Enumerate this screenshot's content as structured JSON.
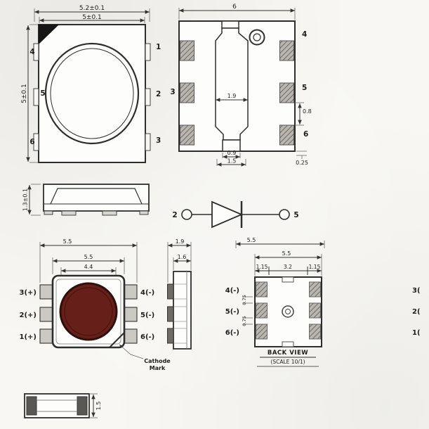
{
  "figures": {
    "top_view": {
      "dim_outer_width": "5.2±0.1",
      "dim_body_width": "5±0.1",
      "dim_height": "5±0.1",
      "pin_1": "1",
      "pin_2": "2",
      "pin_3": "3",
      "pin_4": "4",
      "pin_5": "5",
      "pin_6": "6"
    },
    "bottom_view": {
      "dim_width": "6",
      "dim_slug_width": "1.9",
      "dim_pad_width": "0.8",
      "dim_tab_width": "0.9",
      "dim_tab_outer": "1.5",
      "dim_standoff": "0.25",
      "pin_3": "3",
      "pin_4": "4",
      "pin_5": "5",
      "pin_6": "6"
    },
    "side_view": {
      "dim_height": "1.3±0.1"
    },
    "schematic": {
      "pin_anode": "2",
      "pin_cathode": "5"
    },
    "front_view": {
      "dim_lead_span": "5.5",
      "dim_body": "5.5",
      "dim_inner": "4.4",
      "pin_3": "3(+)",
      "pin_2": "2(+)",
      "pin_1": "1(+)",
      "pin_4": "4(-)",
      "pin_5": "5(-)",
      "pin_6": "6(-)",
      "cathode_line1": "Cathode",
      "cathode_line2": "Mark",
      "lens_color": "#662019",
      "lens_ring_color": "#30100c"
    },
    "side_view_2": {
      "dim_outer": "1.9",
      "dim_body": "1.6"
    },
    "back_view": {
      "dim_lead_span": "5.5",
      "dim_body": "5.5",
      "dim_pad_left": "1.15",
      "dim_center": "3.2",
      "dim_pad_right": "1.15",
      "dim_gap_1": "0.75",
      "dim_gap_2": "0.75",
      "pin_4": "4(-)",
      "pin_5": "5(-)",
      "pin_6": "6(-)",
      "pin_3": "3(",
      "pin_2": "2(",
      "pin_1": "1(",
      "caption_line1": "BACK VIEW",
      "caption_line2": "(SCALE 10/1)"
    },
    "profile_view": {
      "dim_height": "1.5"
    }
  }
}
